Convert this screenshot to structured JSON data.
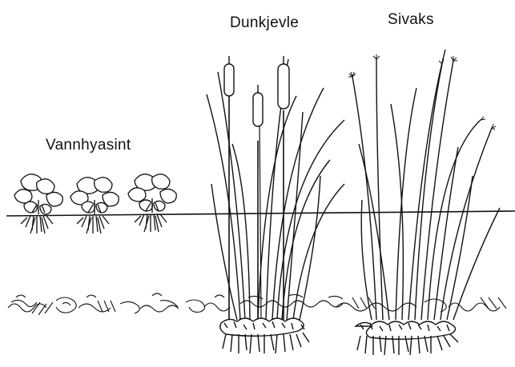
{
  "labels": {
    "vannhyasint": "Vannhyasint",
    "dunkjevle": "Dunkjevle",
    "sivaks": "Sivaks"
  },
  "colors": {
    "ink": "#111111",
    "background": "#ffffff"
  }
}
